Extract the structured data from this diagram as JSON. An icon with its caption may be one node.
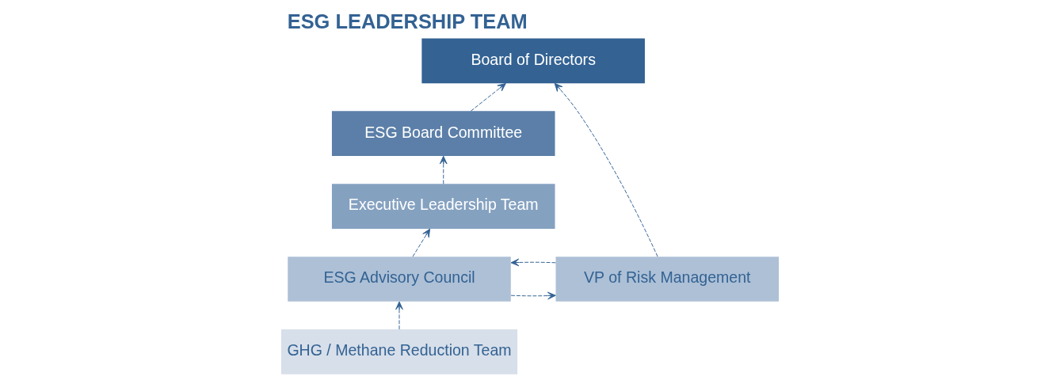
{
  "diagram": {
    "title": "ESG LEADERSHIP TEAM",
    "nodes": [
      {
        "text": [
          "Board of Directors"
        ]
      },
      {
        "text": [
          "ESG Board Committee"
        ]
      },
      {
        "text": [
          "Executive Leadership Team"
        ]
      },
      {
        "text": [
          "ESG Advisory Council"
        ]
      },
      {
        "text": [
          "VP of Risk Management"
        ]
      },
      {
        "text": [
          "GHG / Methane Reduction Team"
        ]
      }
    ],
    "edges": [
      {
        "from": 5,
        "to": 3,
        "arrow": "to",
        "style": "dashed"
      },
      {
        "from": 3,
        "to": 2,
        "arrow": "to",
        "style": "dashed"
      },
      {
        "from": 2,
        "to": 1,
        "arrow": "to",
        "style": "dashed"
      },
      {
        "from": 1,
        "to": 0,
        "arrow": "to",
        "style": "dashed"
      },
      {
        "from": 4,
        "to": 3,
        "arrow": "to",
        "style": "dashed"
      },
      {
        "from": 3,
        "to": 4,
        "arrow": "to",
        "style": "dashed"
      },
      {
        "from": 4,
        "to": 0,
        "arrow": "to",
        "style": "dashed"
      }
    ]
  }
}
